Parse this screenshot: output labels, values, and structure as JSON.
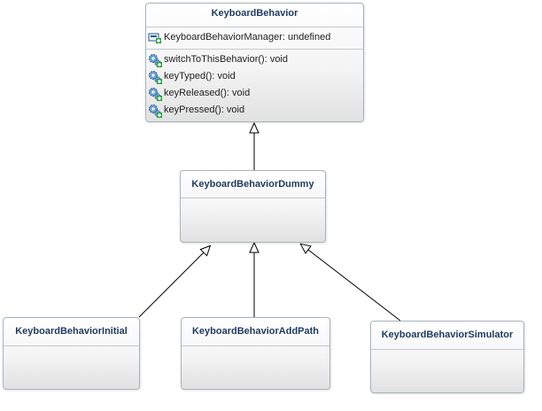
{
  "diagram": {
    "classes": {
      "keyboard_behavior": {
        "name": "KeyboardBehavior",
        "attributes": [
          {
            "icon": "field-icon",
            "text": "KeyboardBehaviorManager: undefined"
          }
        ],
        "operations": [
          {
            "icon": "method-icon",
            "text": "switchToThisBehavior(): void"
          },
          {
            "icon": "method-icon",
            "text": "keyTyped(): void"
          },
          {
            "icon": "method-icon",
            "text": "keyReleased(): void"
          },
          {
            "icon": "method-icon",
            "text": "keyPressed(): void"
          }
        ]
      },
      "keyboard_behavior_dummy": {
        "name": "KeyboardBehaviorDummy"
      },
      "keyboard_behavior_initial": {
        "name": "KeyboardBehaviorInitial"
      },
      "keyboard_behavior_add_path": {
        "name": "KeyboardBehaviorAddPath"
      },
      "keyboard_behavior_simulator": {
        "name": "KeyboardBehaviorSimulator"
      }
    },
    "generalizations": [
      {
        "child": "KeyboardBehaviorDummy",
        "parent": "KeyboardBehavior"
      },
      {
        "child": "KeyboardBehaviorInitial",
        "parent": "KeyboardBehaviorDummy"
      },
      {
        "child": "KeyboardBehaviorAddPath",
        "parent": "KeyboardBehaviorDummy"
      },
      {
        "child": "KeyboardBehaviorSimulator",
        "parent": "KeyboardBehaviorDummy"
      }
    ]
  }
}
